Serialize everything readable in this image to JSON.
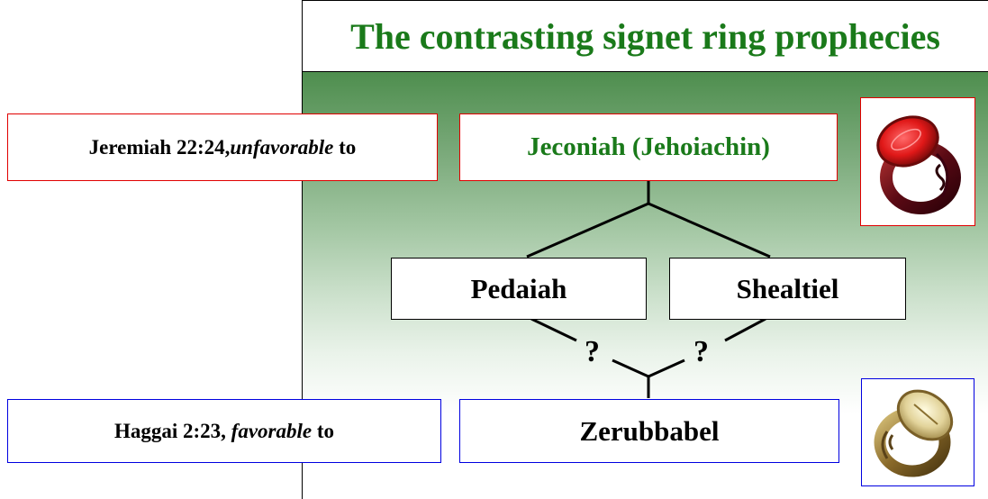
{
  "title": "The contrasting signet ring prophecies",
  "prophecies": {
    "unfavorable": {
      "ref": "Jeremiah 22:24, ",
      "emph": "unfavorable",
      "tail": " to"
    },
    "favorable": {
      "ref": "Haggai 2:23, ",
      "emph": "favorable",
      "tail": " to"
    }
  },
  "people": {
    "jeconiah": "Jeconiah (Jehoiachin)",
    "pedaiah": "Pedaiah",
    "shealtiel": "Shealtiel",
    "zerubbabel": "Zerubbabel"
  },
  "uncertain_marks": [
    "?",
    "?"
  ],
  "colors": {
    "title_green": "#1a7a1a",
    "unfavorable_border": "#e00000",
    "favorable_border": "#0000e0"
  },
  "icons": {
    "red_ring": "signet-ring-red-icon",
    "gold_ring": "signet-ring-gold-icon"
  }
}
